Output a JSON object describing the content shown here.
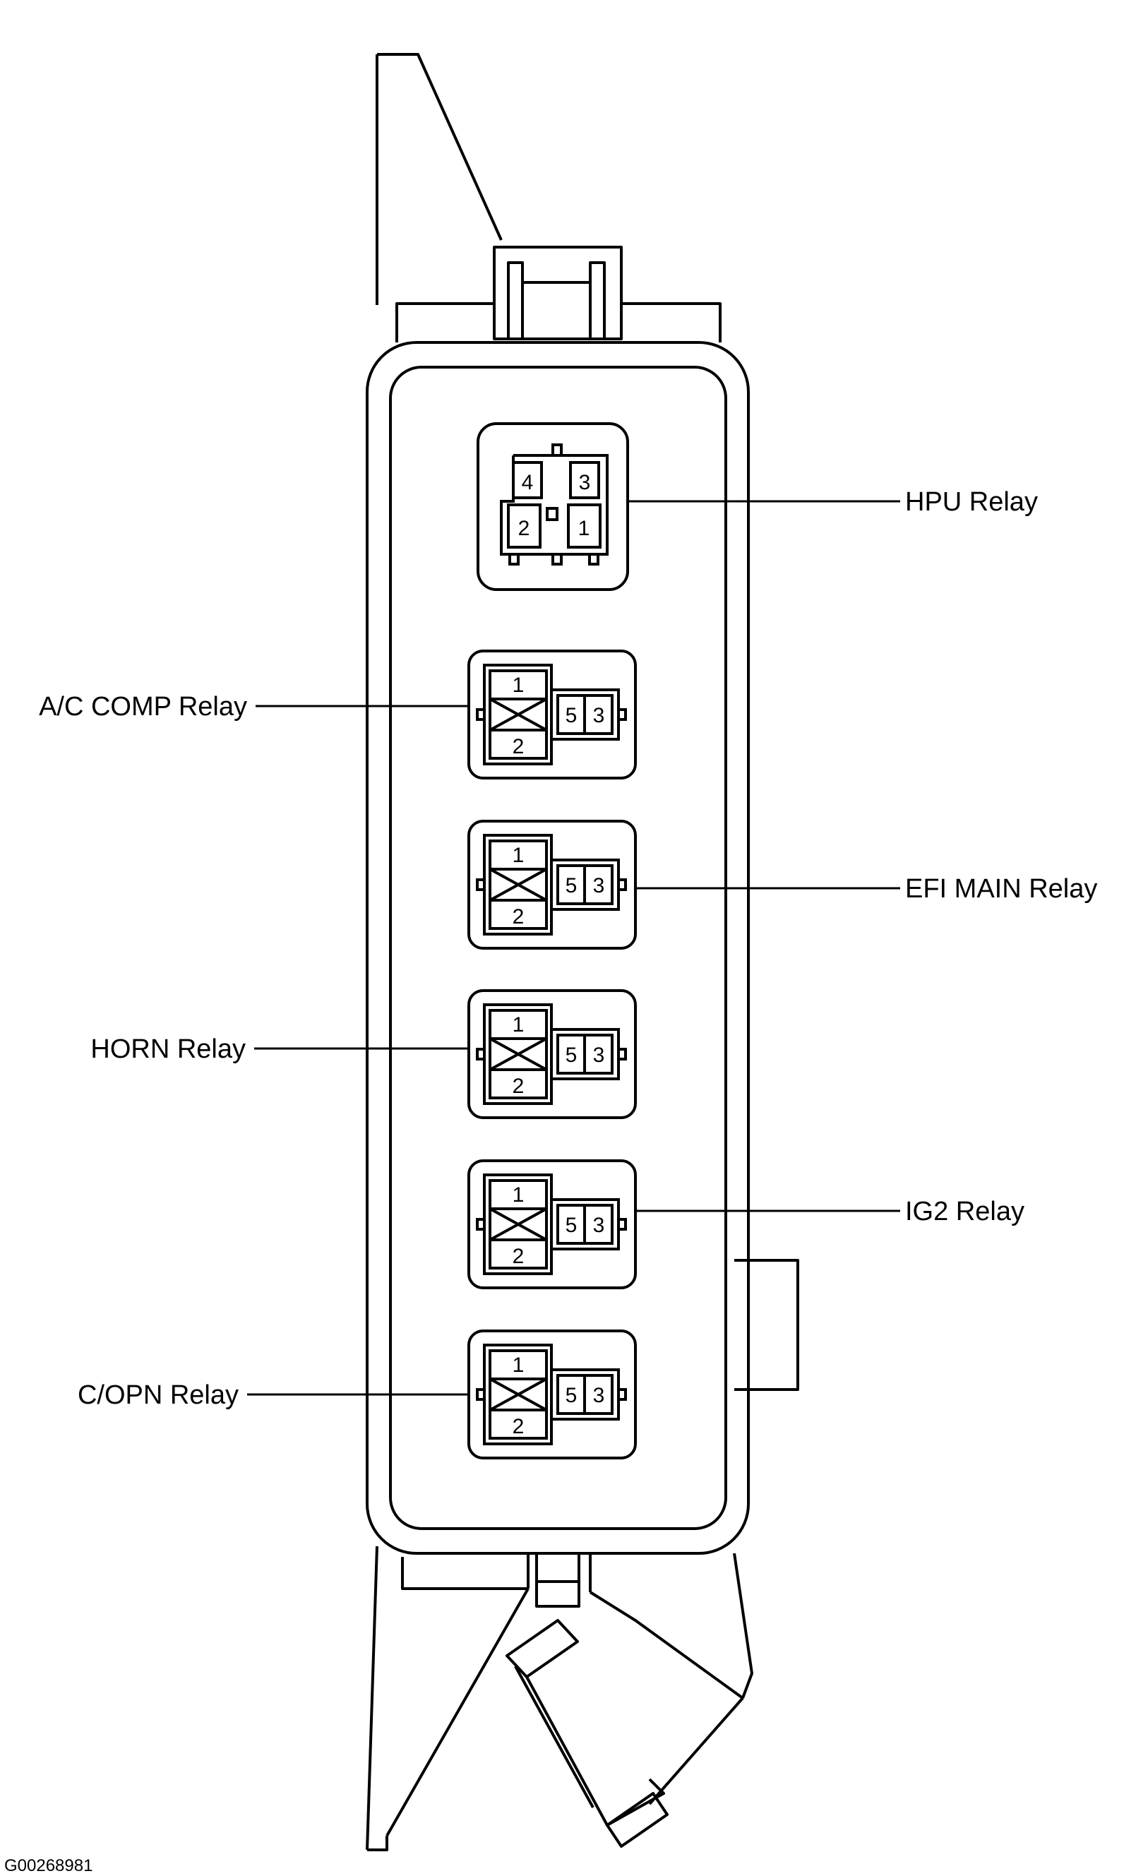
{
  "diagram": {
    "figure_id": "G00268981",
    "relays": [
      {
        "label": "HPU Relay",
        "type": "4-pin",
        "pins": [
          "4",
          "3",
          "2",
          "1"
        ]
      },
      {
        "label": "A/C COMP Relay",
        "type": "5-pin",
        "pins": [
          "1",
          "2",
          "5",
          "3"
        ]
      },
      {
        "label": "EFI MAIN Relay",
        "type": "5-pin",
        "pins": [
          "1",
          "2",
          "5",
          "3"
        ]
      },
      {
        "label": "HORN Relay",
        "type": "5-pin",
        "pins": [
          "1",
          "2",
          "5",
          "3"
        ]
      },
      {
        "label": "IG2 Relay",
        "type": "5-pin",
        "pins": [
          "1",
          "2",
          "5",
          "3"
        ]
      },
      {
        "label": "C/OPN Relay",
        "type": "5-pin",
        "pins": [
          "1",
          "2",
          "5",
          "3"
        ]
      }
    ]
  }
}
